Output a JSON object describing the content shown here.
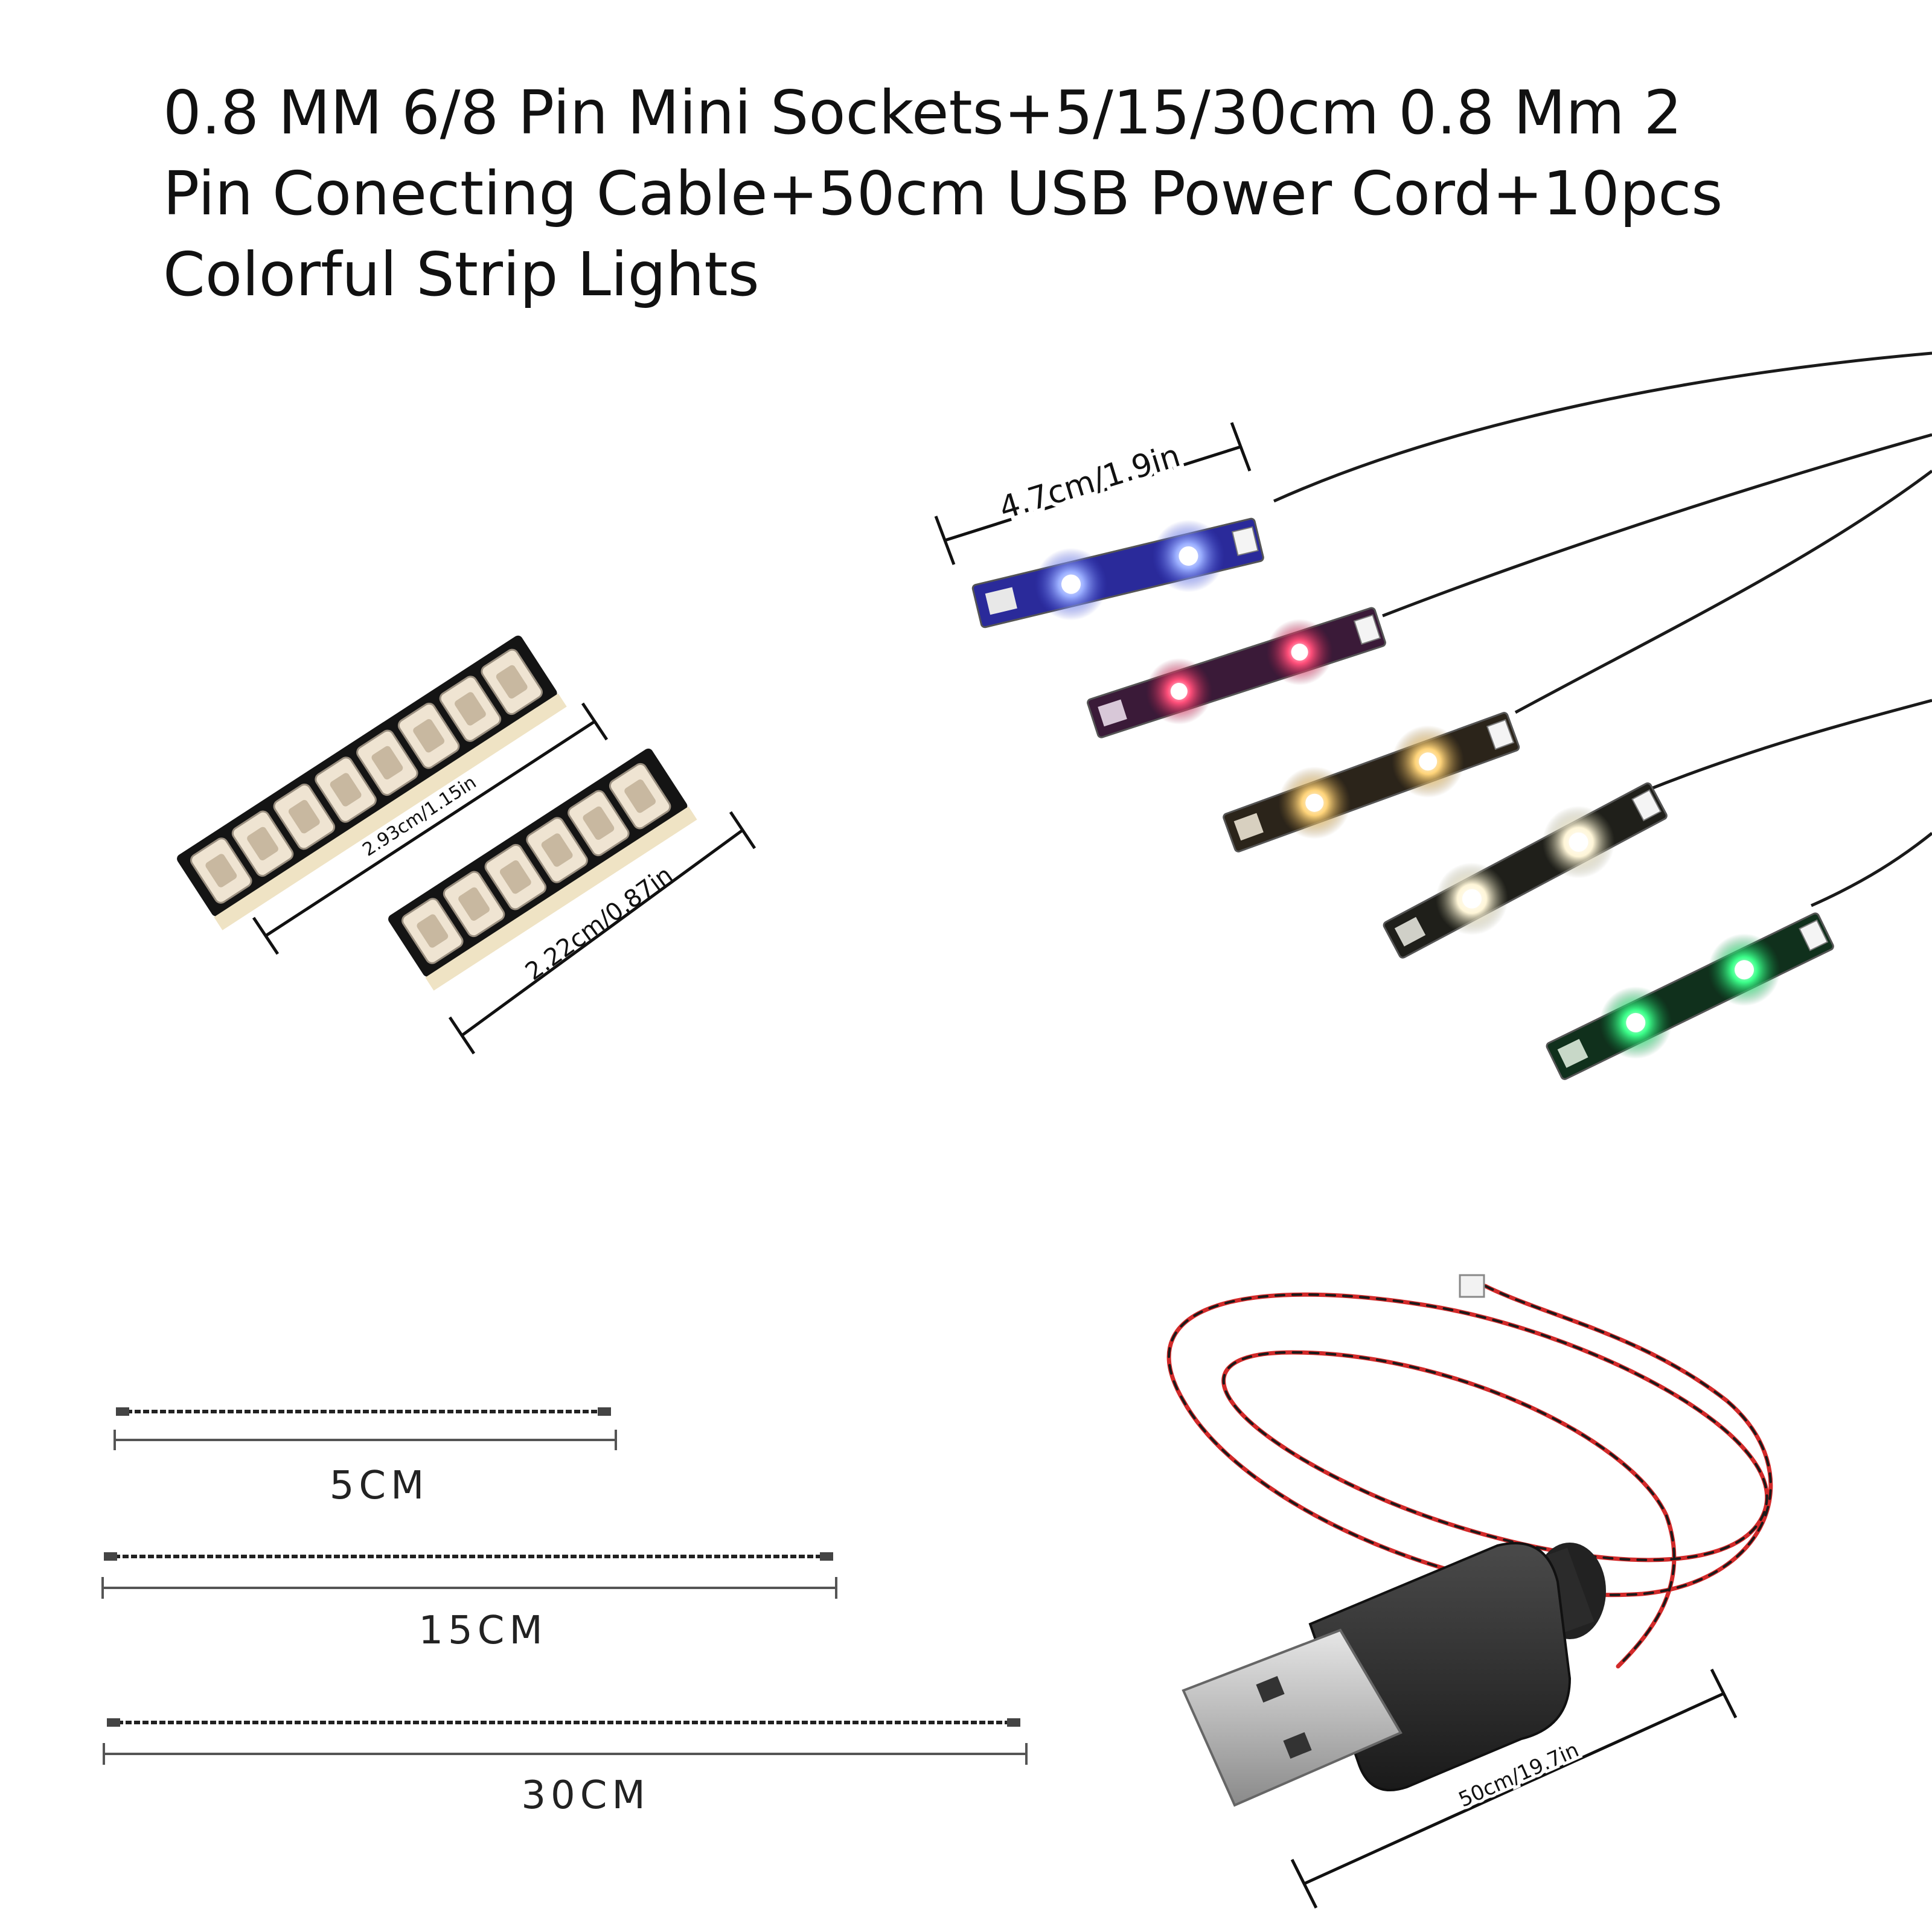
{
  "title": {
    "line1": "0.8 MM 6/8 Pin Mini Sockets+5/15/30cm 0.8 Mm 2",
    "line2": "Pin Conecting Cable+50cm USB Power Cord+10pcs",
    "line3": "Colorful Strip Lights"
  },
  "sockets": {
    "dim_8pin": "2.93cm/1.15in",
    "dim_6pin": "2.22cm/0.87in"
  },
  "strips": {
    "dim": "4.7cm/1.9in",
    "items": [
      {
        "color": "blue",
        "led": "#8aa0ff",
        "board": "#2a2a9a"
      },
      {
        "color": "red",
        "led": "#ff5577",
        "board": "#3a1a38"
      },
      {
        "color": "warm-white",
        "led": "#ffd98a",
        "board": "#2b241a"
      },
      {
        "color": "white",
        "led": "#fffbe8",
        "board": "#1f1f1a"
      },
      {
        "color": "green",
        "led": "#4dff9a",
        "board": "#10301c"
      }
    ]
  },
  "cables": {
    "short": "5CM",
    "medium": "15CM",
    "long": "30CM"
  },
  "usb": {
    "dim": "50cm/19.7in"
  },
  "colors": {
    "text": "#111111",
    "wire_red": "#d22a2a",
    "wire_black": "#1a1a1a"
  }
}
